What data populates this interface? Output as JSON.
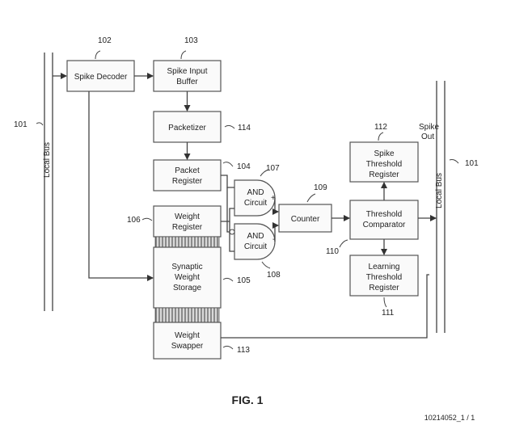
{
  "figure": {
    "title": "FIG. 1",
    "page_number": "10214052_1 / 1"
  },
  "buses": {
    "left_label": "Local Bus",
    "right_label": "Local Bus",
    "left_ref": "101",
    "right_ref": "101"
  },
  "blocks": {
    "spike_decoder": {
      "label": [
        "Spike Decoder"
      ],
      "ref": "102"
    },
    "spike_input_buffer": {
      "label": [
        "Spike Input",
        "Buffer"
      ],
      "ref": "103"
    },
    "packetizer": {
      "label": [
        "Packetizer"
      ],
      "ref": "114"
    },
    "packet_register": {
      "label": [
        "Packet",
        "Register"
      ],
      "ref": "104"
    },
    "weight_register": {
      "label": [
        "Weight",
        "Register"
      ],
      "ref": "106"
    },
    "synaptic_weight_storage": {
      "label": [
        "Synaptic",
        "Weight",
        "Storage"
      ],
      "ref": "105"
    },
    "weight_swapper": {
      "label": [
        "Weight",
        "Swapper"
      ],
      "ref": "113"
    },
    "and_circuit_top": {
      "label": [
        "AND",
        "Circuit"
      ],
      "ref": "107"
    },
    "and_circuit_bottom": {
      "label": [
        "AND",
        "Circuit"
      ],
      "ref": "108"
    },
    "counter": {
      "label": [
        "Counter"
      ],
      "ref": "109"
    },
    "threshold_comparator": {
      "label": [
        "Threshold",
        "Comparator"
      ],
      "ref": "110"
    },
    "spike_threshold_register": {
      "label": [
        "Spike",
        "Threshold",
        "Register"
      ],
      "ref": "112"
    },
    "learning_threshold_register": {
      "label": [
        "Learning",
        "Threshold",
        "Register"
      ],
      "ref": "111"
    }
  },
  "annotations": {
    "spike_out": [
      "Spike",
      "Out"
    ],
    "plus": "+",
    "minus": "-"
  }
}
